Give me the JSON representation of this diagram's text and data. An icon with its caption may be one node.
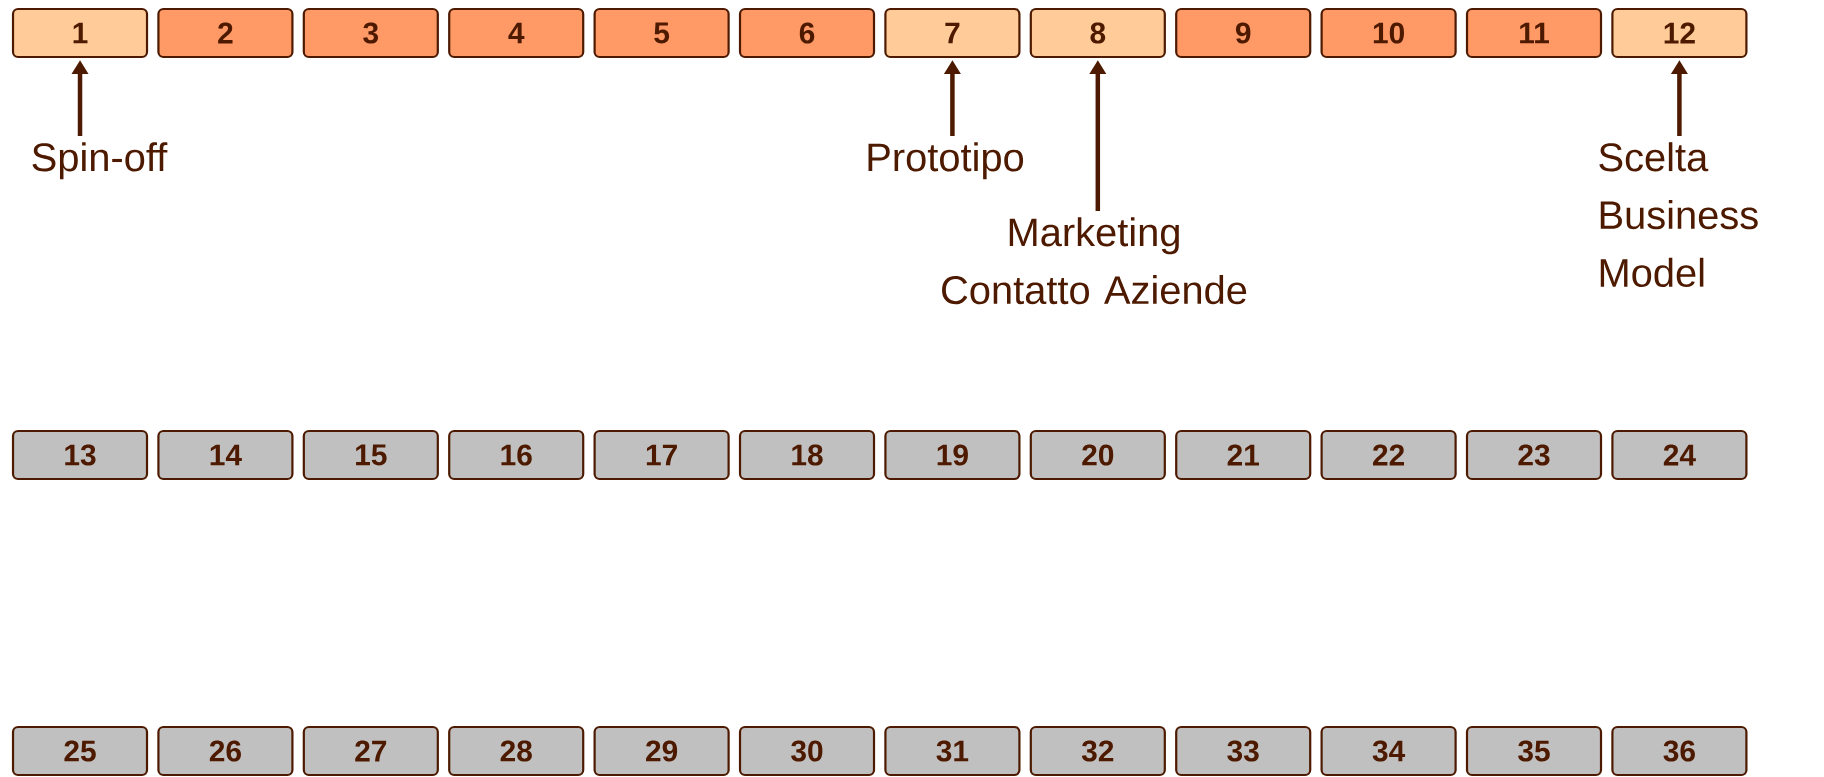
{
  "diagram": {
    "nodes": [
      {
        "text": [
          "1"
        ]
      },
      {
        "text": [
          "2"
        ]
      },
      {
        "text": [
          "3"
        ]
      },
      {
        "text": [
          "4"
        ]
      },
      {
        "text": [
          "5"
        ]
      },
      {
        "text": [
          "6"
        ]
      },
      {
        "text": [
          "7"
        ]
      },
      {
        "text": [
          "8"
        ]
      },
      {
        "text": [
          "9"
        ]
      },
      {
        "text": [
          "10"
        ]
      },
      {
        "text": [
          "11"
        ]
      },
      {
        "text": [
          "12"
        ]
      },
      {
        "text": [
          "13"
        ]
      },
      {
        "text": [
          "14"
        ]
      },
      {
        "text": [
          "15"
        ]
      },
      {
        "text": [
          "16"
        ]
      },
      {
        "text": [
          "17"
        ]
      },
      {
        "text": [
          "18"
        ]
      },
      {
        "text": [
          "19"
        ]
      },
      {
        "text": [
          "20"
        ]
      },
      {
        "text": [
          "21"
        ]
      },
      {
        "text": [
          "22"
        ]
      },
      {
        "text": [
          "23"
        ]
      },
      {
        "text": [
          "24"
        ]
      },
      {
        "text": [
          "25"
        ]
      },
      {
        "text": [
          "26"
        ]
      },
      {
        "text": [
          "27"
        ]
      },
      {
        "text": [
          "28"
        ]
      },
      {
        "text": [
          "29"
        ]
      },
      {
        "text": [
          "30"
        ]
      },
      {
        "text": [
          "31"
        ]
      },
      {
        "text": [
          "32"
        ]
      },
      {
        "text": [
          "33"
        ]
      },
      {
        "text": [
          "34"
        ]
      },
      {
        "text": [
          "35"
        ]
      },
      {
        "text": [
          "36"
        ]
      },
      {
        "text": [
          "Spin-off"
        ]
      },
      {
        "text": [
          "Prototipo"
        ]
      },
      {
        "text": [
          "Marketing Contatto Aziende"
        ]
      },
      {
        "text": [
          "Scelta Business Model"
        ]
      }
    ],
    "edges": [
      {
        "from": 36,
        "to": 0,
        "arrow": "to"
      },
      {
        "from": 37,
        "to": 6,
        "arrow": "to"
      },
      {
        "from": 38,
        "to": 7,
        "arrow": "to"
      },
      {
        "from": 39,
        "to": 11,
        "arrow": "to"
      }
    ]
  }
}
